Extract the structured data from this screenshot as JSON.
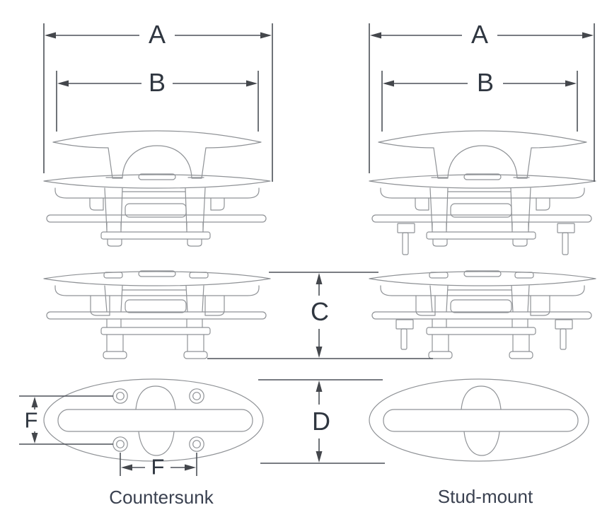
{
  "diagram": {
    "dims": {
      "overall_length": "A",
      "horn_length": "B",
      "folded_height": "C",
      "body_width": "D",
      "hole_spacing_vertical": "F",
      "hole_spacing_horizontal": "F"
    },
    "variants": [
      {
        "name": "Countersunk"
      },
      {
        "name": "Stud-mount"
      }
    ],
    "colors": {
      "dimension_ink": "#4d5158",
      "arrowhead_ink": "#44474c",
      "drawing_ink": "#8f9296",
      "letter_ink": "#2f3640",
      "caption_ink": "#3a4150",
      "background": "#ffffff"
    }
  }
}
